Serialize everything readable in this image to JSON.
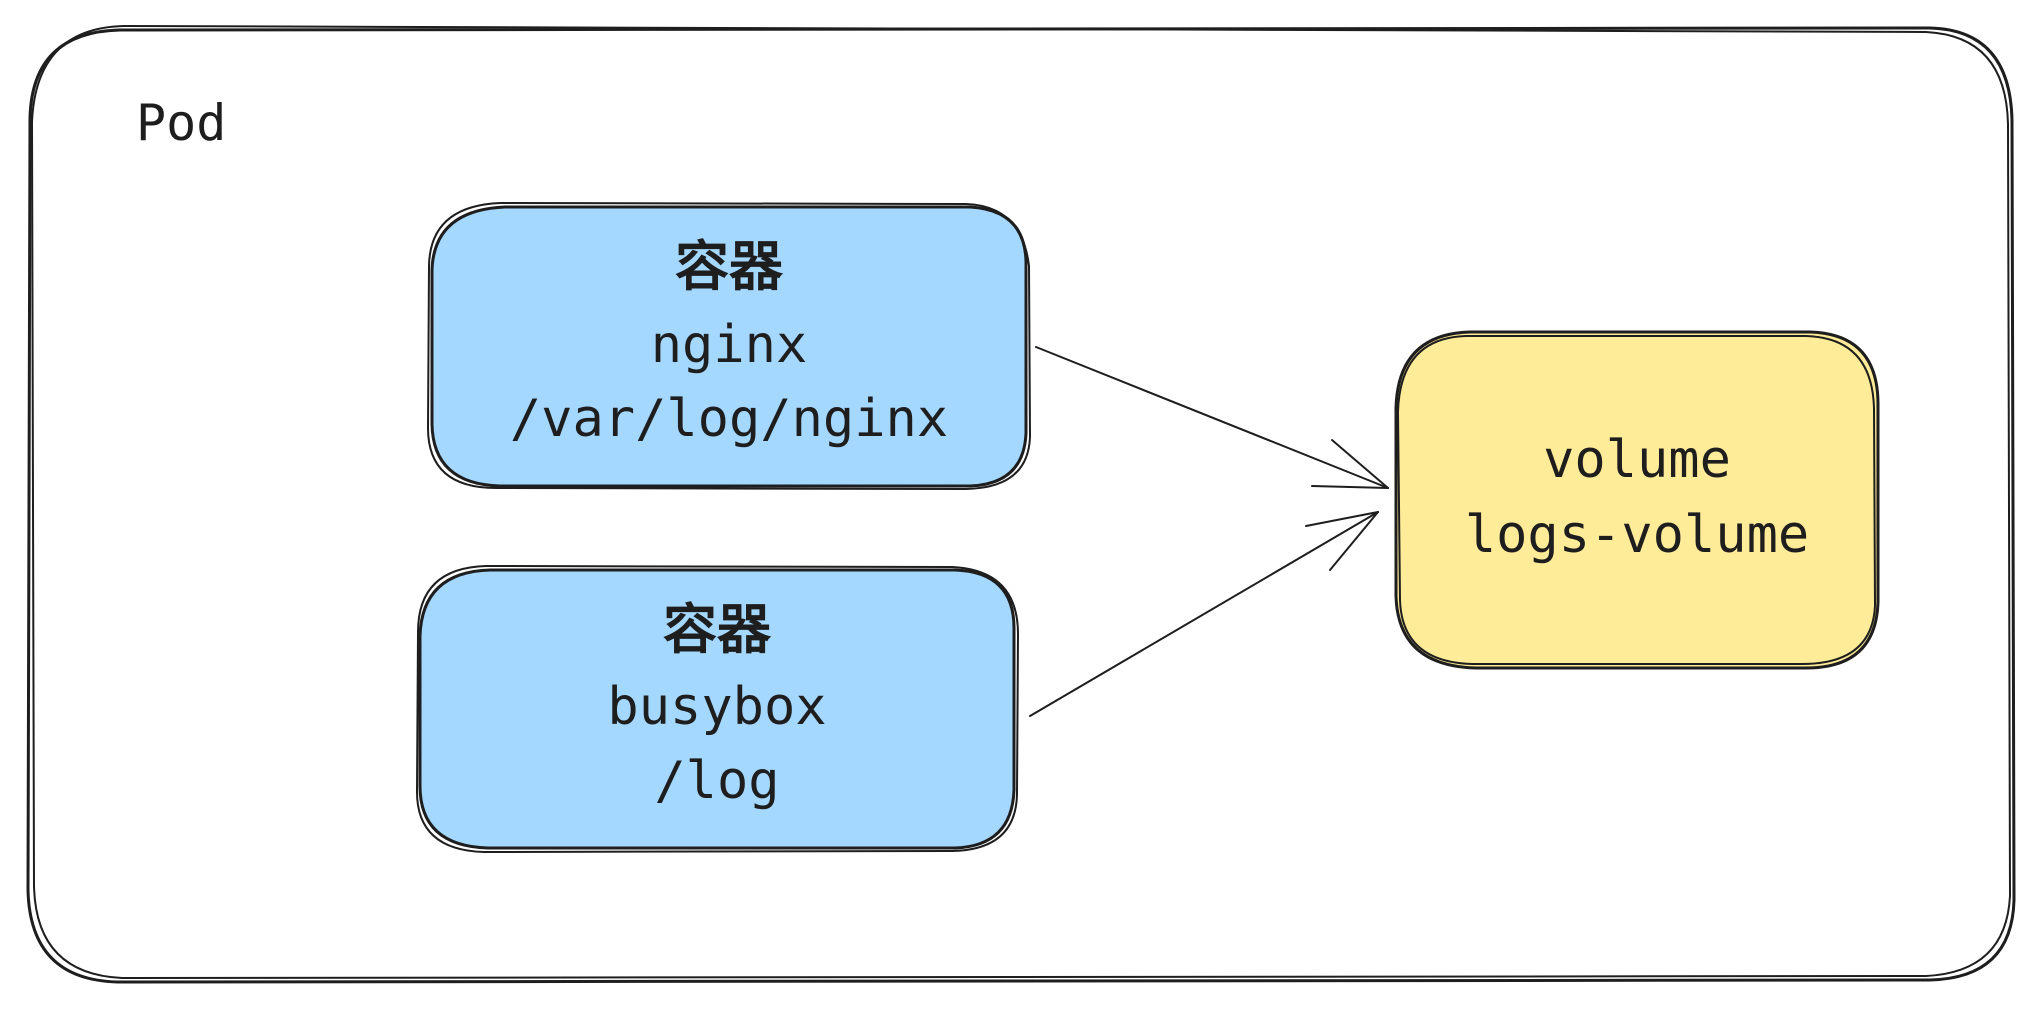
{
  "pod": {
    "label": "Pod"
  },
  "containers": [
    {
      "kind": "容器",
      "name": "nginx",
      "path": "/var/log/nginx"
    },
    {
      "kind": "容器",
      "name": "busybox",
      "path": "/log"
    }
  ],
  "volume": {
    "kind": "volume",
    "name": "logs-volume"
  },
  "colors": {
    "container_fill": "#a5d8ff",
    "volume_fill": "#ffec99",
    "stroke": "#1e1e1e",
    "background": "#ffffff"
  }
}
